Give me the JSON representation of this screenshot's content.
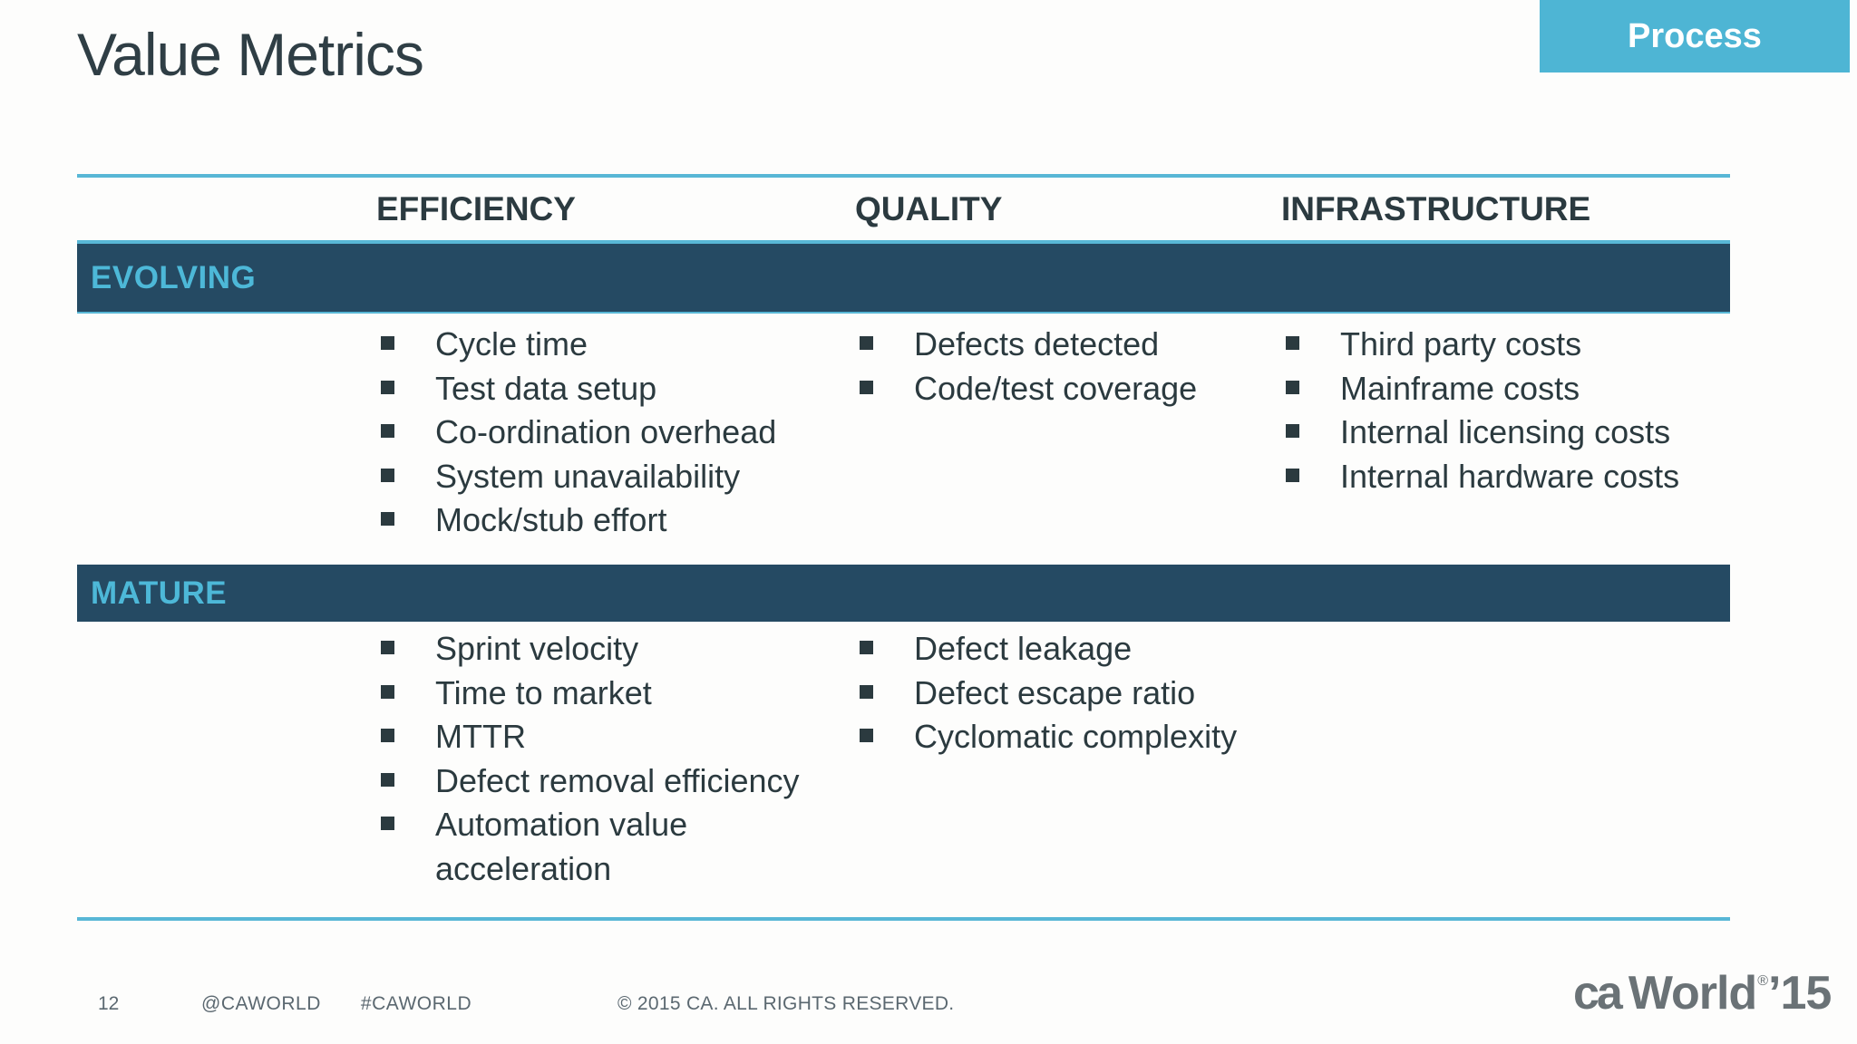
{
  "slide": {
    "title": "Value Metrics",
    "tag": "Process",
    "page_number": "12"
  },
  "table": {
    "columns": [
      "EFFICIENCY",
      "QUALITY",
      "INFRASTRUCTURE"
    ],
    "rows": [
      {
        "label": "EVOLVING",
        "cells": [
          [
            "Cycle time",
            "Test data setup",
            "Co-ordination overhead",
            "System unavailability",
            "Mock/stub effort"
          ],
          [
            "Defects detected",
            "Code/test coverage"
          ],
          [
            "Third party costs",
            "Mainframe costs",
            "Internal licensing costs",
            "Internal hardware costs"
          ]
        ]
      },
      {
        "label": "MATURE",
        "cells": [
          [
            "Sprint velocity",
            "Time to market",
            "MTTR",
            "Defect removal efficiency",
            "Automation value acceleration"
          ],
          [
            "Defect leakage",
            "Defect escape ratio",
            "Cyclomatic complexity"
          ],
          []
        ]
      }
    ]
  },
  "footer": {
    "handle": "@CAWORLD",
    "hashtag": "#CAWORLD",
    "copyright": "© 2015 CA. ALL RIGHTS RESERVED."
  },
  "logo": {
    "brand": "ca",
    "name": "World",
    "mark": "®",
    "year": "’15"
  },
  "colors": {
    "accent_cyan": "#4eb5d4",
    "band_dark": "#254a63",
    "band_label_cyan": "#4db8d8",
    "title_text": "#2f3e45",
    "body_text": "#2b3a3f",
    "footer_text": "#5b6870",
    "logo_gray": "#6a7276"
  }
}
